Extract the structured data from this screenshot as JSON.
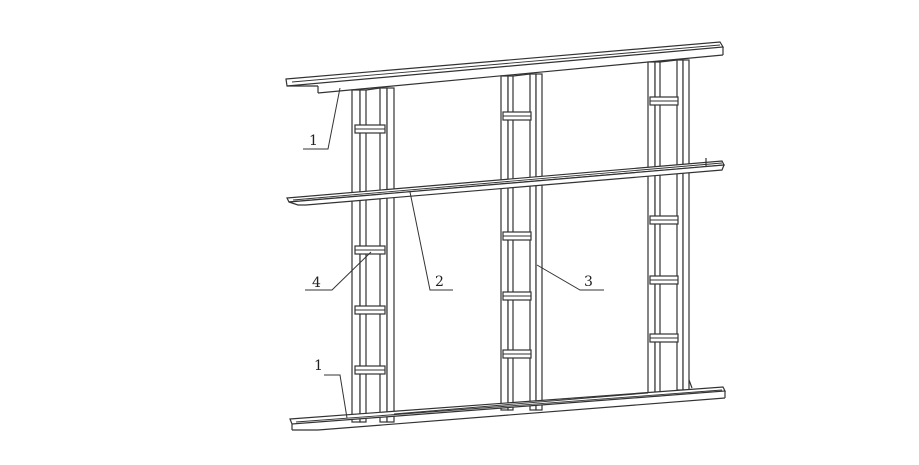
{
  "labels": {
    "top_track": "1",
    "bottom_track": "1",
    "horizontal_brace": "2",
    "stud": "3",
    "stud_clip": "4"
  }
}
